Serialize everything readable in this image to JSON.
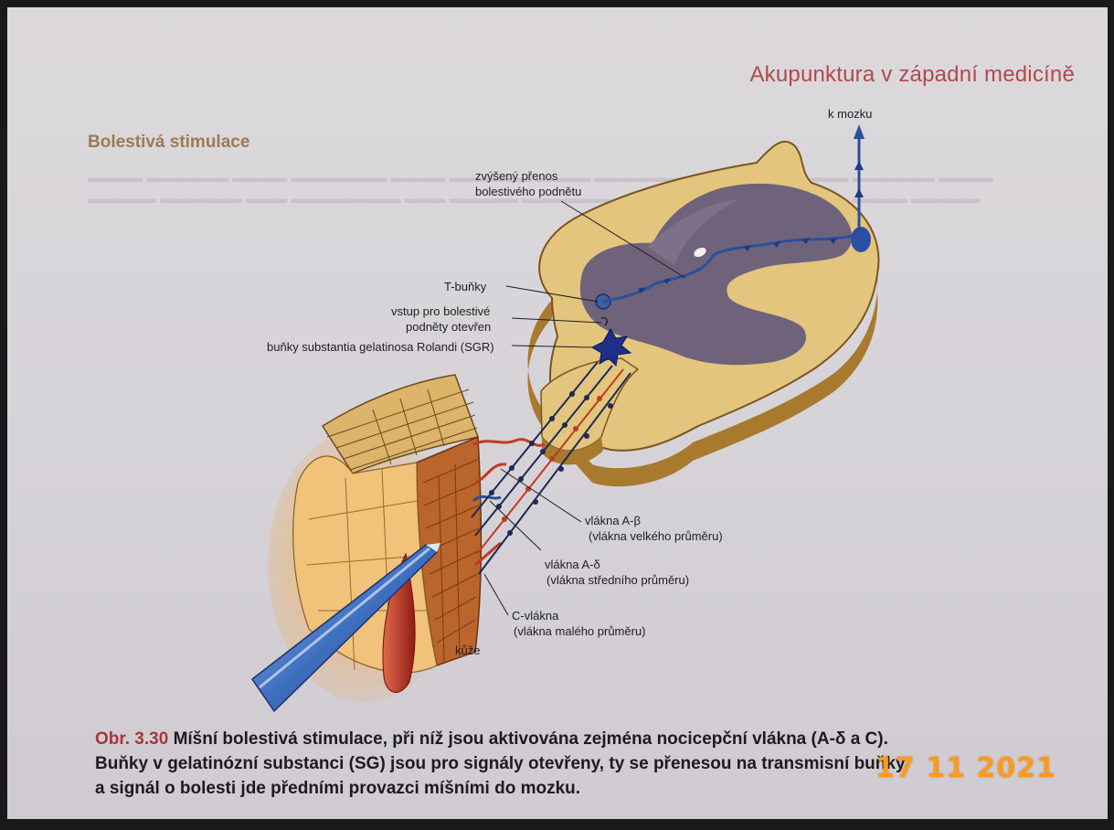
{
  "header": {
    "title": "Akupunktura v západní medicíně"
  },
  "section": {
    "title": "Bolestivá stimulace"
  },
  "labels": {
    "to_brain": "k mozku",
    "increased_transfer_1": "zvýšený přenos",
    "increased_transfer_2": "bolestivého podnětu",
    "t_cells": "T-buňky",
    "input_open_1": "vstup pro bolestivé",
    "input_open_2": "podněty otevřen",
    "sgr_cells": "buňky substantia gelatinosa Rolandi (SGR)",
    "a_beta_1": "vlákna A-β",
    "a_beta_2": "(vlákna velkého průměru)",
    "a_delta_1": "vlákna A-δ",
    "a_delta_2": "(vlákna středního průměru)",
    "c_fiber_1": "C-vlákna",
    "c_fiber_2": "(vlákna malého průměru)",
    "skin": "kůže"
  },
  "caption": {
    "fig_no": "Obr. 3.30",
    "line1": "Míšní bolestivá stimulace, při níž jsou aktivována zejména nocicepční vlákna (A-δ a C).",
    "line2": "Buňky v gelatinózní substanci (SG) jsou pro signály otevřeny, ty se přenesou na transmisní buňky",
    "line3": "a signál o bolesti jde předními provazci míšními do mozku."
  },
  "datestamp": "17 11 2021",
  "colors": {
    "accent_title": "#b04a4a",
    "section_title": "#9c7a52",
    "white_matter": "#e3c57e",
    "grey_matter": "#6e637a",
    "signal_path": "#2a4f9c",
    "red_fiber": "#c23a22",
    "needle": "#4f7fc7",
    "datestamp": "#ff9a1f"
  }
}
